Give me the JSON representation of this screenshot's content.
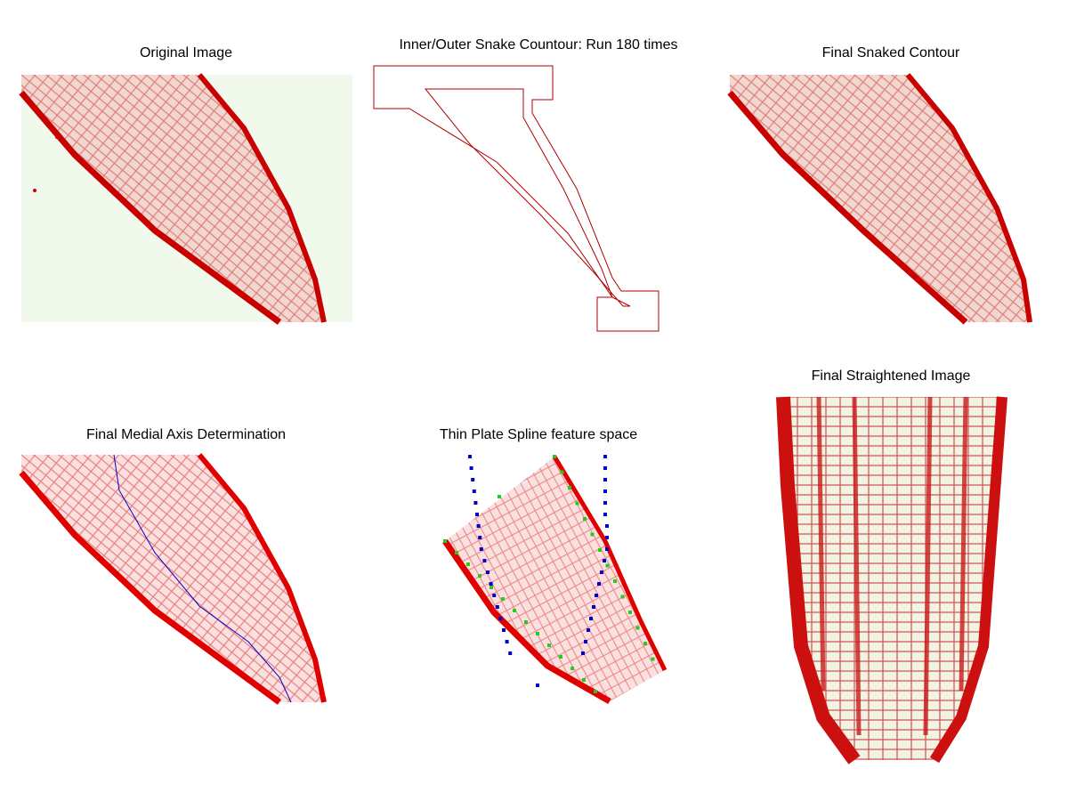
{
  "panels": {
    "original": {
      "title": "Original Image"
    },
    "contour": {
      "title": "Inner/Outer Snake Countour: Run 180 times"
    },
    "snaked": {
      "title": "Final Snaked Contour"
    },
    "medial": {
      "title": "Final Medial Axis Determination"
    },
    "tps": {
      "title": "Thin Plate Spline feature space"
    },
    "straightened": {
      "title": "Final Straightened Image"
    }
  },
  "colors": {
    "root_red": "#d40000",
    "background_green": "#f1f8ec",
    "medial_axis": "#0000cc",
    "contour_line": "#b00000",
    "tps_green": "#22cc22",
    "tps_blue": "#0000cc"
  }
}
